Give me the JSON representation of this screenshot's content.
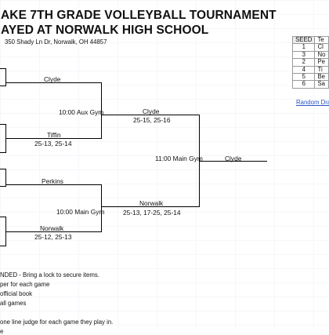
{
  "header": {
    "title_line1": "AKE 7TH GRADE VOLLEYBALL TOURNAMENT",
    "title_line2": "AYED AT NORWALK HIGH SCHOOL",
    "address": "350 Shady Ln Dr, Norwalk, OH 44857"
  },
  "seed_table": {
    "header_seed": "SEED",
    "header_team": "Te",
    "rows": [
      {
        "seed": "1",
        "team": "Cl"
      },
      {
        "seed": "3",
        "team": "No"
      },
      {
        "seed": "2",
        "team": "Pe"
      },
      {
        "seed": "4",
        "team": "Ti"
      },
      {
        "seed": "5",
        "team": "Be"
      },
      {
        "seed": "6",
        "team": "Sa"
      }
    ]
  },
  "random_draw_link": "Random Dra",
  "bracket": {
    "r1_top_winner": "Clyde",
    "r1_top_location": "10:00 Aux Gym",
    "r1_top_loser": "Tiffin",
    "r1_top_score": "25-13, 25-14",
    "r1_bottom_winner": "Perkins",
    "r1_bottom_location": "10:00 Main Gym",
    "r1_bottom_loser": "Norwalk",
    "r1_bottom_score": "25-12, 25-13",
    "semi_top_team": "Clyde",
    "semi_top_score": "25-15, 25-16",
    "semi_bottom_team": "Norwalk",
    "semi_bottom_score": "25-13, 17-25, 25-14",
    "final_location": "11:00 Main Gym",
    "champion": "Clyde"
  },
  "notes": {
    "line1": "NDED - Bring a lock to secure items.",
    "line2": "per for each game",
    "line3": "official book",
    "line4": "all games",
    "line5": "one line judge for each game they play in.",
    "line6": "e"
  }
}
